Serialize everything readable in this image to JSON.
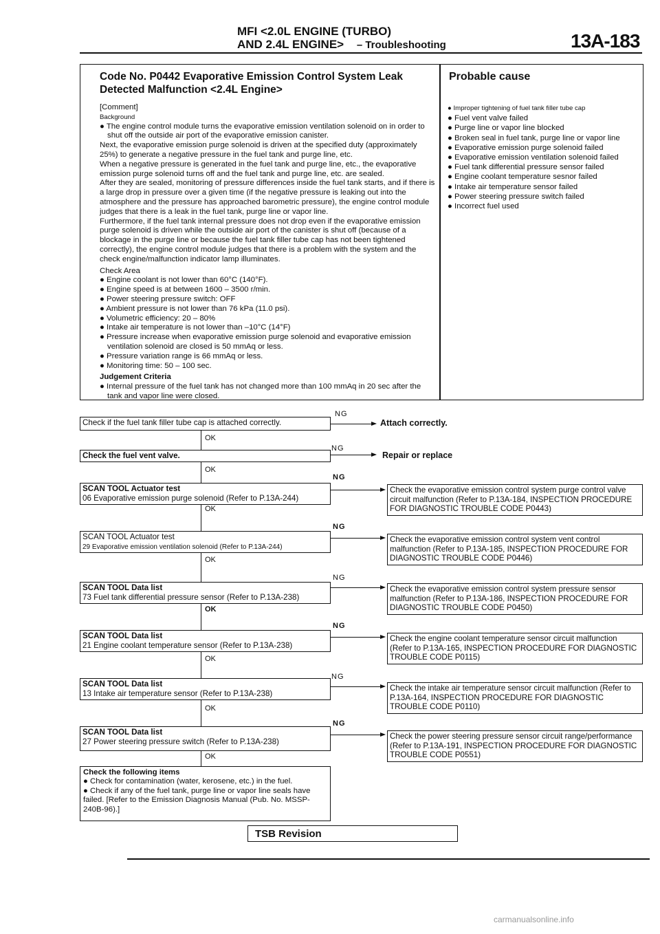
{
  "header": {
    "line1": "MFI <2.0L ENGINE (TURBO)",
    "line2": "AND 2.4L ENGINE>",
    "section": "– Troubleshooting",
    "page": "13A-183"
  },
  "code_box": {
    "title_line1": "Code No. P0442 Evaporative Emission Control System Leak",
    "title_line2": "Detected Malfunction <2.4L Engine>",
    "probable_cause_title": "Probable cause",
    "comment_label": "[Comment]",
    "background_label": "Background",
    "background": [
      "The engine control module turns the evaporative emission ventilation solenoid on in order to shut off the outside air port of the evaporative emission canister.",
      "Next, the evaporative emission purge solenoid is driven at the specified duty (approximately 25%) to generate a negative pressure in the fuel tank and purge line, etc.",
      "When a negative pressure is generated in the fuel tank and purge line, etc., the evaporative emission purge solenoid turns off and the fuel tank and purge line, etc. are sealed.",
      "After they are sealed, monitoring of pressure differences inside the fuel tank starts, and if there is a large drop in pressure over a given time (if the negative pressure is leaking out into the atmosphere and the pressure has approached barometric pressure), the engine control module judges that there is a leak in the fuel tank, purge line or vapor line.",
      "Furthermore, if the fuel tank internal pressure does not drop even if the evaporative emission purge solenoid is driven while the outside air port of the canister is shut off (because of a blockage in the purge line or because the fuel tank filler tube cap has not been tightened correctly), the engine control module judges that there is a problem with the system and the check engine/malfunction indicator lamp illuminates."
    ],
    "check_area_label": "Check Area",
    "check_area": [
      "Engine coolant is not lower than 60°C (140°F).",
      "Engine speed is at between 1600 – 3500 r/min.",
      "Power steering pressure switch: OFF",
      "Ambient pressure is not lower than 76 kPa (11.0 psi).",
      "Volumetric efficiency: 20 – 80%",
      "Intake air temperature is not lower than –10°C (14°F)",
      "Pressure increase when evaporative emission purge solenoid and evaporative emission ventilation solenoid are closed is 50 mmAq or less.",
      "Pressure variation range is 66 mmAq or less.",
      "Monitoring time: 50 – 100 sec."
    ],
    "judgement_label": "Judgement Criteria",
    "judgement": [
      "Internal pressure of the fuel tank has not changed more than 100 mmAq in 20 sec after the tank and vapor line were closed."
    ],
    "probable_causes": [
      "Improper tightening of fuel tank filler tube cap",
      "Fuel vent valve failed",
      "Purge line or vapor line blocked",
      "Broken seal in fuel tank, purge line or vapor line",
      "Evaporative emission purge solenoid failed",
      "Evaporative emission ventilation solenoid failed",
      "Fuel tank differential pressure sensor failed",
      "Engine coolant temperature sesnor failed",
      "Intake air temperature sensor failed",
      "Power steering pressure switch failed",
      "Incorrect fuel used"
    ]
  },
  "flow": {
    "ok": "OK",
    "ng": "NG",
    "steps": [
      {
        "title": "",
        "text": "Check if the fuel tank filler tube cap is attached correctly.",
        "result": "Attach correctly."
      },
      {
        "title": "Check the fuel vent valve.",
        "text": "",
        "result": "Repair or replace"
      },
      {
        "title": "SCAN TOOL Actuator test",
        "text": "06 Evaporative emission purge solenoid (Refer to P.13A-244)",
        "result": "Check the evaporative emission control system purge control valve circuit malfunction (Refer to P.13A-184, INSPECTION PROCEDURE FOR DIAGNOSTIC TROUBLE CODE P0443)"
      },
      {
        "title": "SCAN TOOL Actuator test",
        "text": "29 Evaporative emission ventilation solenoid (Refer to P.13A-244)",
        "result": "Check the evaporative emission control system vent control malfunction (Refer to P.13A-185, INSPECTION PROCEDURE FOR DIAGNOSTIC TROUBLE CODE P0446)"
      },
      {
        "title": "SCAN TOOL Data list",
        "text": "73 Fuel tank differential pressure sensor (Refer to P.13A-238)",
        "result": "Check the evaporative emission control system pressure sensor malfunction (Refer to P.13A-186, INSPECTION PROCEDURE FOR DIAGNOSTIC TROUBLE CODE P0450)"
      },
      {
        "title": "SCAN TOOL Data list",
        "text": "21 Engine coolant temperature sensor (Refer to P.13A-238)",
        "result": "Check the engine coolant temperature sensor circuit malfunction (Refer to P.13A-165, INSPECTION PROCEDURE FOR DIAGNOSTIC TROUBLE CODE P0115)"
      },
      {
        "title": "SCAN TOOL Data list",
        "text": "13 Intake air temperature sensor (Refer to P.13A-238)",
        "result": "Check the intake air temperature sensor circuit malfunction (Refer to P.13A-164, INSPECTION PROCEDURE FOR DIAGNOSTIC TROUBLE CODE P0110)"
      },
      {
        "title": "SCAN TOOL Data list",
        "text": "27 Power steering pressure switch (Refer to P.13A-238)",
        "result": "Check the power steering pressure sensor circuit range/performance (Refer to P.13A-191, INSPECTION PROCEDURE FOR DIAGNOSTIC TROUBLE CODE P0551)"
      }
    ],
    "final_title": "Check the following items",
    "final_items": [
      "Check for contamination (water, kerosene, etc.) in the fuel.",
      "Check if any of the fuel tank, purge line or vapor line seals have failed. [Refer to the Emission Diagnosis Manual (Pub. No. MSSP-240B-96).]"
    ]
  },
  "footer": {
    "tsb": "TSB Revision",
    "watermark": "carmanualsonline.info"
  }
}
